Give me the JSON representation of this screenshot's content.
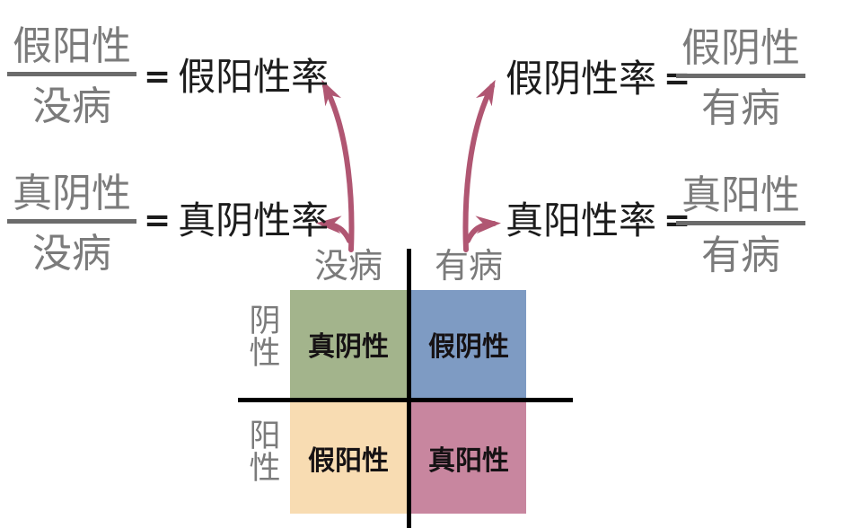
{
  "formulas": {
    "false_positive_rate": {
      "numerator": "假阳性",
      "denominator": "没病",
      "equals": "=",
      "rate": "假阳性率"
    },
    "true_negative_rate": {
      "numerator": "真阴性",
      "denominator": "没病",
      "equals": "=",
      "rate": "真阴性率"
    },
    "false_negative_rate": {
      "rate": "假阴性率",
      "equals": "=",
      "numerator": "假阴性",
      "denominator": "有病"
    },
    "true_positive_rate": {
      "rate": "真阳性率",
      "equals": "=",
      "numerator": "真阳性",
      "denominator": "有病"
    }
  },
  "matrix": {
    "column_headers": {
      "left": "没病",
      "right": "有病"
    },
    "row_headers": {
      "top": "阴性",
      "bottom": "阳性"
    },
    "cells": {
      "true_negative": {
        "label": "真阴性",
        "color": "#a3b48c"
      },
      "false_negative": {
        "label": "假阴性",
        "color": "#7e9bc3"
      },
      "false_positive": {
        "label": "假阳性",
        "color": "#f8dcb2"
      },
      "true_positive": {
        "label": "真阳性",
        "color": "#c8869f"
      }
    }
  },
  "colors": {
    "gray_text": "#7b7b7b",
    "black_text": "#1c1c1c",
    "fraction_bar": "#6b6b6b",
    "grid_line": "#000000",
    "arrow": "#b05672"
  }
}
